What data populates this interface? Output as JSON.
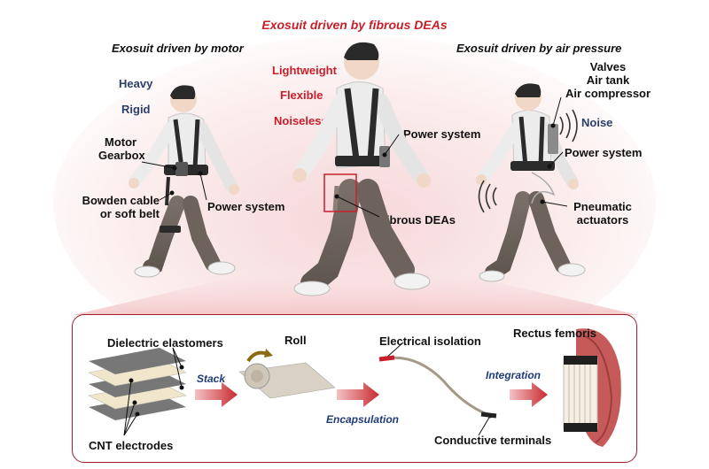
{
  "title": "Exosuit driven by fibrous DEAs",
  "left": {
    "subtitle": "Exosuit driven by motor",
    "traits": [
      "Heavy",
      "Rigid"
    ],
    "labels": {
      "motor": "Motor",
      "gearbox": "Gearbox",
      "bowden1": "Bowden cable",
      "bowden2": "or soft belt",
      "power": "Power system"
    }
  },
  "center": {
    "traits": [
      "Lightweight",
      "Flexible",
      "Noiseless"
    ],
    "labels": {
      "power": "Power system",
      "deas": "Fibrous DEAs"
    }
  },
  "right": {
    "subtitle": "Exosuit driven by air pressure",
    "labels": {
      "valves": "Valves",
      "tank": "Air tank",
      "compressor": "Air compressor",
      "noise": "Noise",
      "power": "Power system",
      "pneu1": "Pneumatic",
      "pneu2": "actuators"
    }
  },
  "process": {
    "dielectric": "Dielectric elastomers",
    "cnt": "CNT electrodes",
    "stack": "Stack",
    "roll": "Roll",
    "encapsulation": "Encapsulation",
    "isolation": "Electrical isolation",
    "terminals": "Conductive terminals",
    "integration": "Integration",
    "rectus": "Rectus femoris"
  },
  "colors": {
    "accent_red": "#c8202b",
    "trait_blue": "#2b3f6b",
    "process_blue": "#1f3a7a",
    "panel_border": "#a31d28"
  }
}
